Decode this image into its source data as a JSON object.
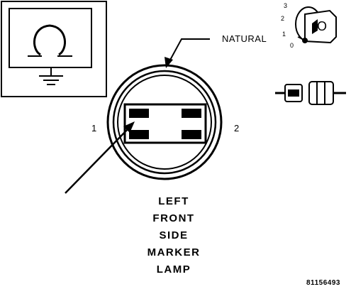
{
  "diagram": {
    "callout_label": "NATURAL",
    "pin_left": "1",
    "pin_right": "2",
    "caption_lines": [
      "LEFT",
      "FRONT",
      "SIDE",
      "MARKER",
      "LAMP"
    ],
    "figure_id": "81156493",
    "key_positions": [
      "3",
      "2",
      "1",
      "0"
    ],
    "connector_key_glyph": "O"
  },
  "icons": {
    "meter_symbol": "ohm-icon",
    "ground_symbol": "ground-icon",
    "ignition_key": "ignition-key-icon",
    "disconnected_connector": "disconnected-connector-icon"
  },
  "colors": {
    "ink": "#000000",
    "background": "#ffffff"
  }
}
